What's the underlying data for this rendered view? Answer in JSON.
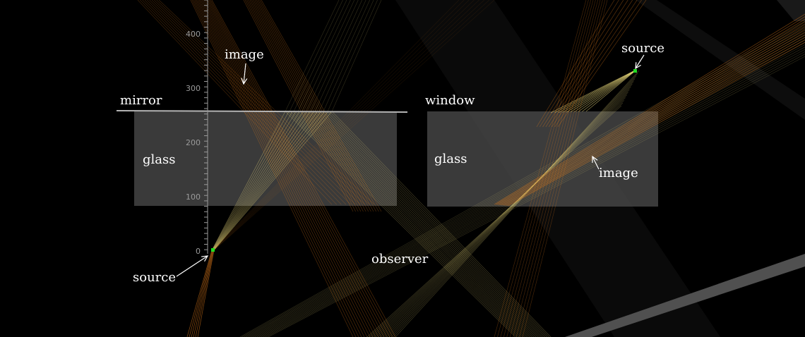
{
  "labels": {
    "mirror": "mirror",
    "window": "window",
    "glass_left": "glass",
    "glass_right": "glass",
    "image_left": "image",
    "image_right": "image",
    "source_left": "source",
    "source_right": "source",
    "observer": "observer"
  },
  "axis": {
    "ticks": [
      "400",
      "300",
      "200",
      "100",
      "0"
    ]
  },
  "colors": {
    "background": "#000000",
    "glass": "#4a4a4a",
    "mirror_line": "#b4b4b4",
    "ray_orange": "#e07a1a",
    "ray_yellow": "#e8d77a",
    "source_point": "#22dd22",
    "axis": "#9a9a9a"
  }
}
